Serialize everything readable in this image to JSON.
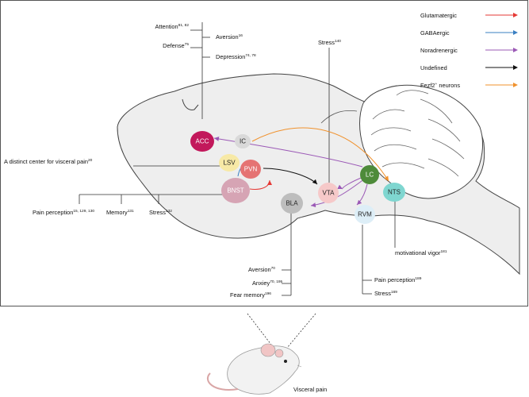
{
  "legend": [
    {
      "label": "Glutamatergic",
      "color": "#e53935"
    },
    {
      "label": "GABAergic",
      "color": "#3a7fc2"
    },
    {
      "label": "Noradrenergic",
      "color": "#9b59b6"
    },
    {
      "label": "Undefined",
      "color": "#111111"
    },
    {
      "label": "Fezf2",
      "label_sup": "+",
      "label_tail": " neurons",
      "color": "#f0922e"
    }
  ],
  "regions": [
    {
      "id": "acc",
      "label": "ACC",
      "fill": "#c2185b",
      "text_color": "#ffffff"
    },
    {
      "id": "ic",
      "label": "IC",
      "fill": "#d9d9d9",
      "text_color": "#222222"
    },
    {
      "id": "lsv",
      "label": "LSV",
      "fill": "#f7e9a6",
      "text_color": "#222222"
    },
    {
      "id": "pvn",
      "label": "PVN",
      "fill": "#e57373",
      "text_color": "#ffffff"
    },
    {
      "id": "bnst",
      "label": "BNST",
      "fill": "#d6a4b4",
      "text_color": "#ffffff"
    },
    {
      "id": "vta",
      "label": "VTA",
      "fill": "#f6c9c9",
      "text_color": "#222222"
    },
    {
      "id": "bla",
      "label": "BLA",
      "fill": "#bdbdbd",
      "text_color": "#222222"
    },
    {
      "id": "lc",
      "label": "LC",
      "fill": "#4e8b3a",
      "text_color": "#ffffff"
    },
    {
      "id": "nts",
      "label": "NTS",
      "fill": "#7fd6d0",
      "text_color": "#222222"
    },
    {
      "id": "rvm",
      "label": "RVM",
      "fill": "#ddeef7",
      "text_color": "#222222"
    }
  ],
  "annotations": {
    "acc_left": [
      {
        "text": "Attention",
        "sup": "81, 82"
      },
      {
        "text": "Defense",
        "sup": "75"
      }
    ],
    "acc_right": [
      {
        "text": "Aversion",
        "sup": "16"
      },
      {
        "text": "Depression",
        "sup": "74, 78"
      }
    ],
    "vta_top": {
      "text": "Stress",
      "sup": "140"
    },
    "lsv_left": {
      "text": "A distinct center for visceral pain",
      "sup": "20"
    },
    "bnst_bottom": [
      {
        "text": "Pain perception",
        "sup": "15, 129, 130"
      },
      {
        "text": "Memory",
        "sup": "131"
      },
      {
        "text": "Stress",
        "sup": "132"
      }
    ],
    "bla_bottom": [
      {
        "text": "Aversion",
        "sup": "70"
      },
      {
        "text": "Anxiey",
        "sup": "70, 195"
      },
      {
        "text": "Fear memory",
        "sup": "196"
      }
    ],
    "rvm_bottom": [
      {
        "text": "Pain perception",
        "sup": "189"
      },
      {
        "text": "Stress",
        "sup": "169"
      }
    ],
    "nts_bottom": {
      "text": "motivational vigor",
      "sup": "181"
    }
  },
  "caption": "Visceral pain"
}
